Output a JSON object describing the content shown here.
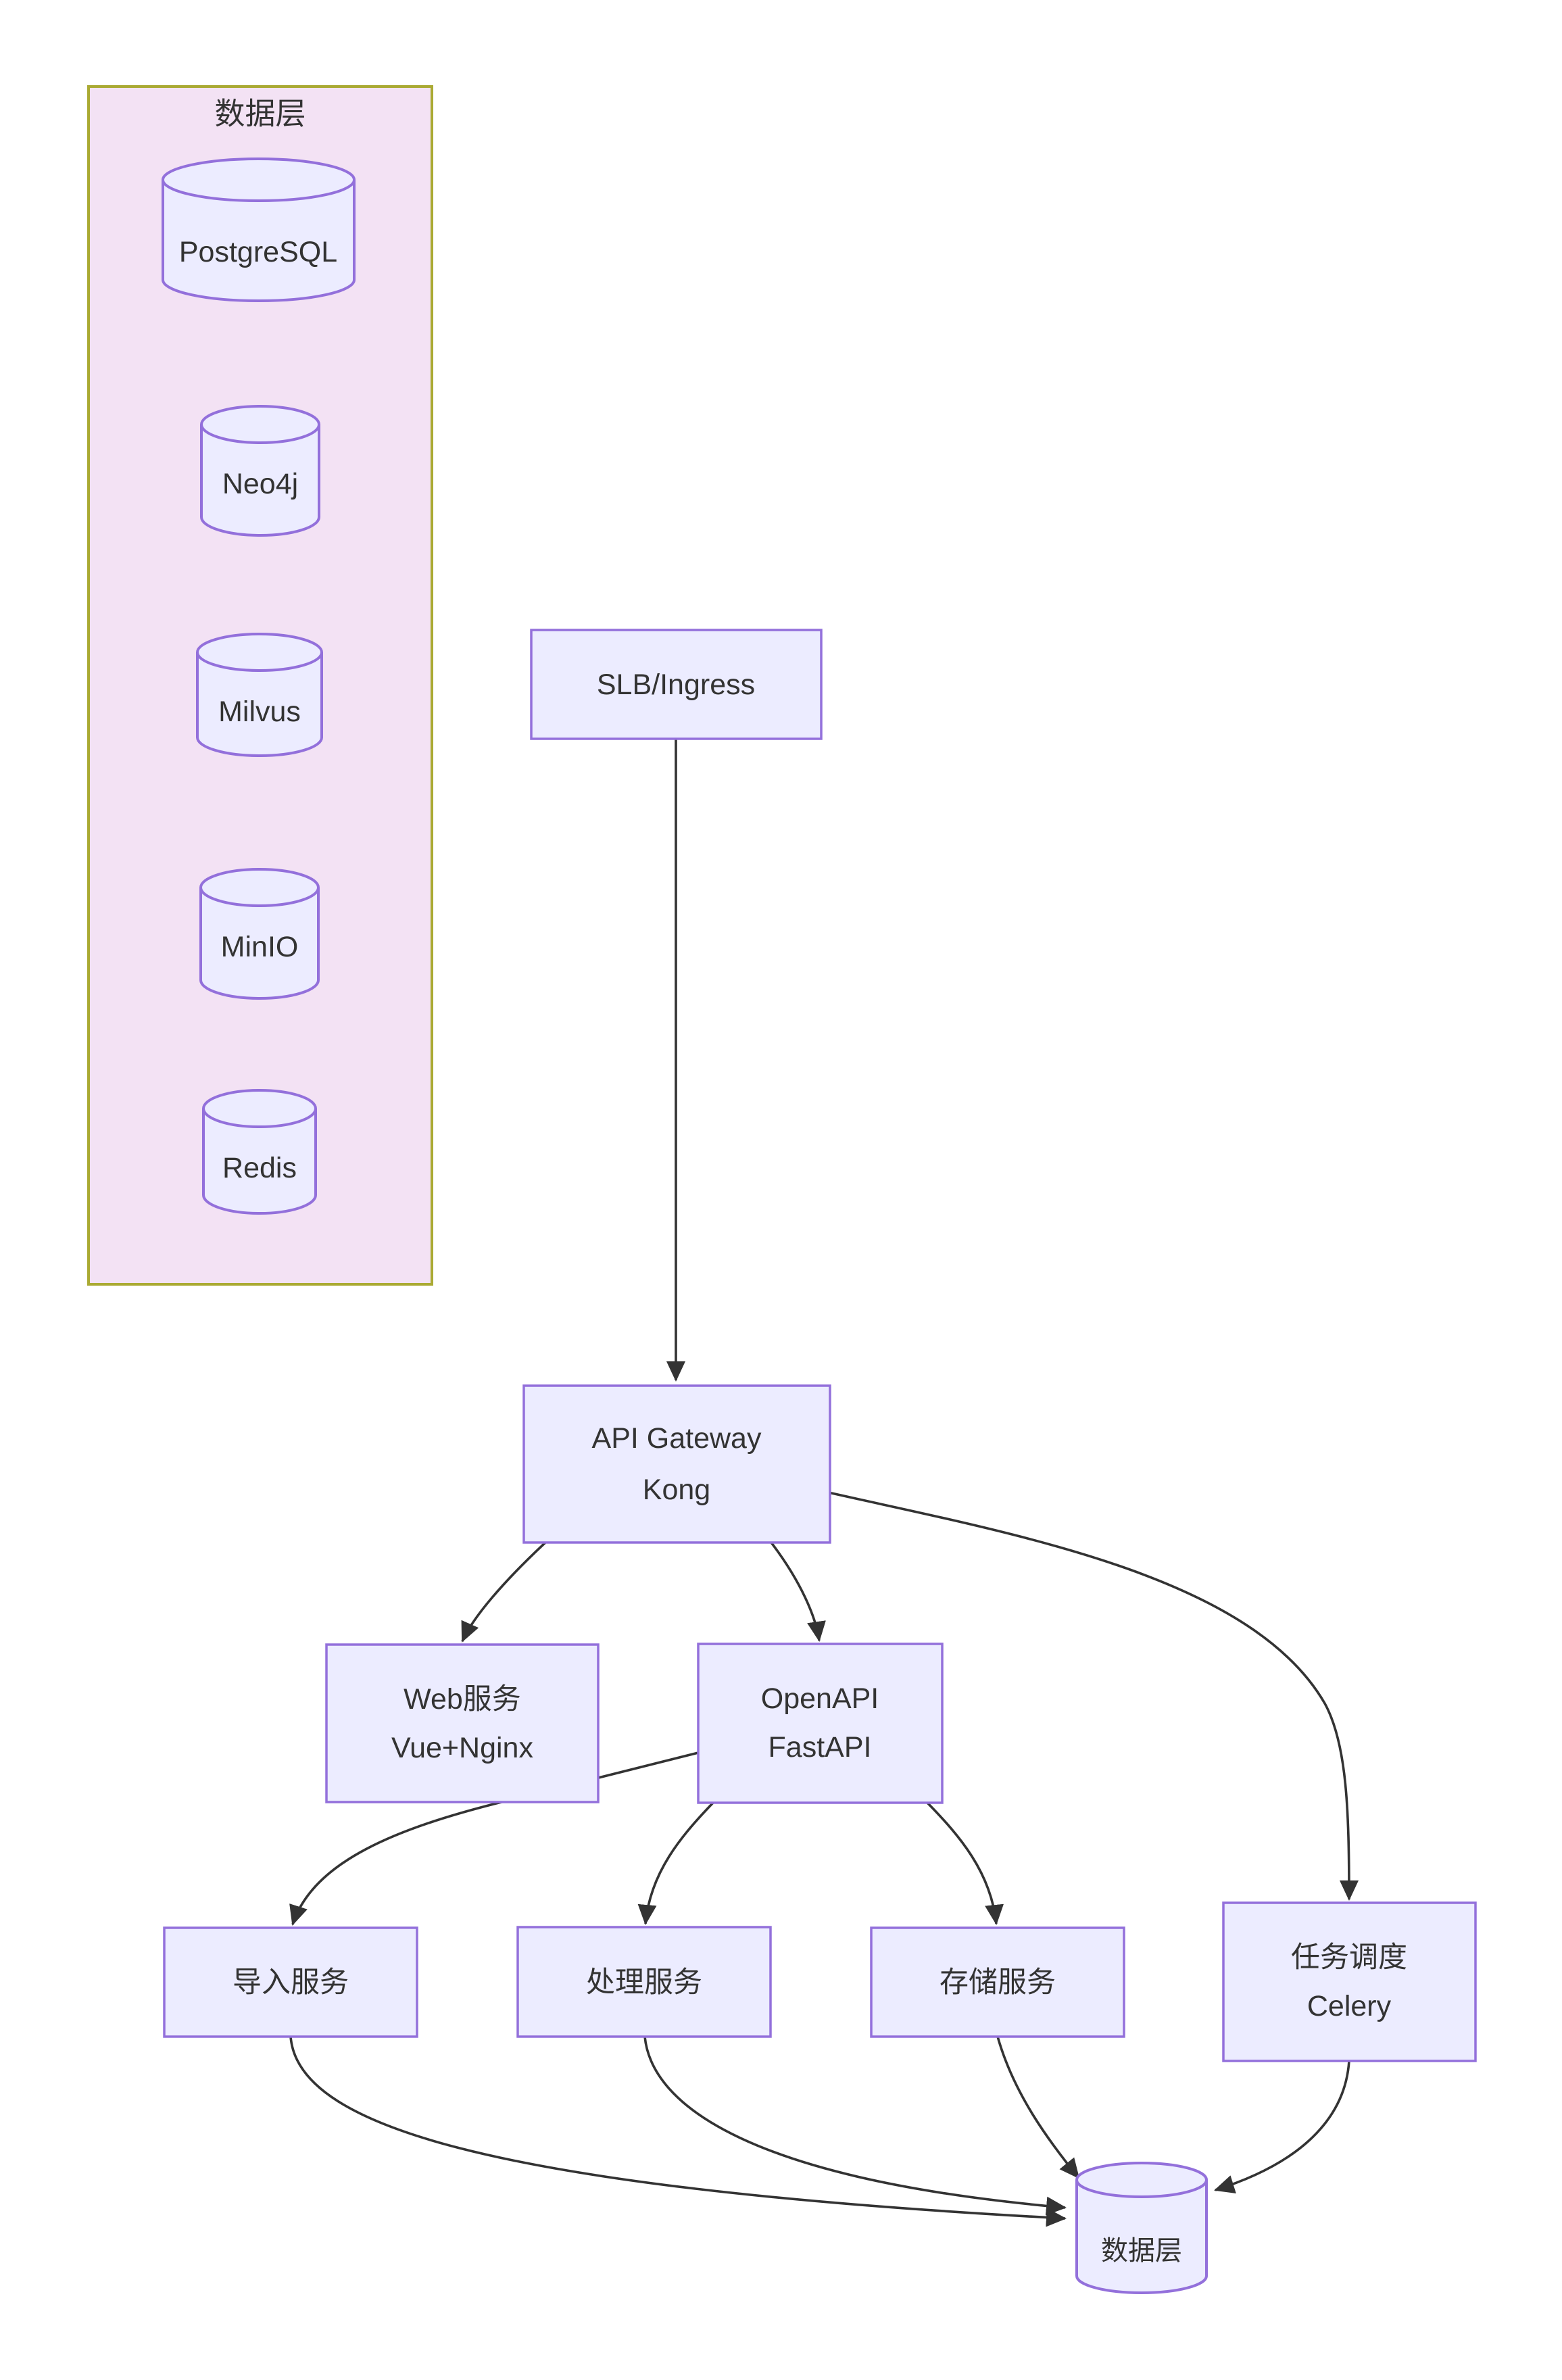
{
  "diagram": {
    "type": "flowchart-top-down",
    "colors": {
      "background": "#ffffff",
      "node_fill": "#ECECFF",
      "node_border": "#9370DB",
      "cluster_fill": "#F3E2F4",
      "cluster_border": "#AAAA33",
      "edge_line": "#333333",
      "text": "#333333"
    },
    "cluster": {
      "label": "数据层",
      "nodes": [
        {
          "id": "postgresql",
          "shape": "cylinder",
          "label": "PostgreSQL"
        },
        {
          "id": "neo4j",
          "shape": "cylinder",
          "label": "Neo4j"
        },
        {
          "id": "milvus",
          "shape": "cylinder",
          "label": "Milvus"
        },
        {
          "id": "minio",
          "shape": "cylinder",
          "label": "MinIO"
        },
        {
          "id": "redis",
          "shape": "cylinder",
          "label": "Redis"
        }
      ]
    },
    "nodes": [
      {
        "id": "slb",
        "shape": "rect",
        "lines": [
          "SLB/Ingress"
        ]
      },
      {
        "id": "api-gateway",
        "shape": "rect",
        "lines": [
          "API Gateway",
          "Kong"
        ]
      },
      {
        "id": "web-service",
        "shape": "rect",
        "lines": [
          "Web服务",
          "Vue+Nginx"
        ]
      },
      {
        "id": "openapi",
        "shape": "rect",
        "lines": [
          "OpenAPI",
          "FastAPI"
        ]
      },
      {
        "id": "import-service",
        "shape": "rect",
        "lines": [
          "导入服务"
        ]
      },
      {
        "id": "processing-service",
        "shape": "rect",
        "lines": [
          "处理服务"
        ]
      },
      {
        "id": "storage-service",
        "shape": "rect",
        "lines": [
          "存储服务"
        ]
      },
      {
        "id": "task-scheduler",
        "shape": "rect",
        "lines": [
          "任务调度",
          "Celery"
        ]
      },
      {
        "id": "data-layer-db",
        "shape": "cylinder",
        "lines": [
          "数据层"
        ]
      }
    ],
    "edges": [
      {
        "from": "slb",
        "to": "api-gateway"
      },
      {
        "from": "api-gateway",
        "to": "web-service"
      },
      {
        "from": "api-gateway",
        "to": "openapi"
      },
      {
        "from": "api-gateway",
        "to": "task-scheduler"
      },
      {
        "from": "openapi",
        "to": "import-service"
      },
      {
        "from": "openapi",
        "to": "processing-service"
      },
      {
        "from": "openapi",
        "to": "storage-service"
      },
      {
        "from": "import-service",
        "to": "data-layer-db"
      },
      {
        "from": "processing-service",
        "to": "data-layer-db"
      },
      {
        "from": "storage-service",
        "to": "data-layer-db"
      },
      {
        "from": "task-scheduler",
        "to": "data-layer-db"
      }
    ]
  }
}
